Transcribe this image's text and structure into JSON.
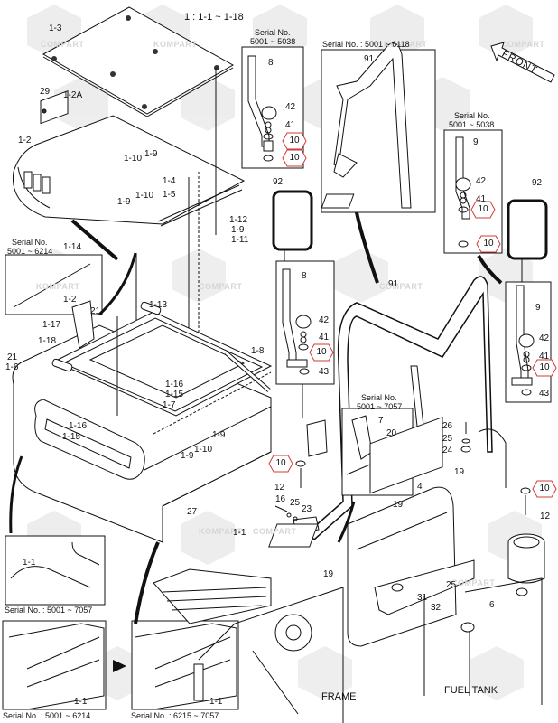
{
  "diagram": {
    "title_ref": "1 : 1-1 ~ 1-18",
    "watermark_text": [
      "KOMPART",
      "COMPART"
    ],
    "accent_hex_color": "#d23a3a",
    "front_arrow_label": "FRONT",
    "section_captions": {
      "frame": "FRAME",
      "fuel_tank": "FUEL TANK"
    },
    "serial_boxes": {
      "mirror_left_top": {
        "title": "Serial No.",
        "range": "5001 ~ 5038"
      },
      "guard_top": {
        "title": "Serial No. : 5001 ~ 6118"
      },
      "mirror_right_top": {
        "title": "Serial No.",
        "range": "5001 ~ 5038"
      },
      "hood_inset": {
        "title": "Serial No.",
        "range": "5001 ~ 6214"
      },
      "bracket_inset": {
        "title": "Serial No.",
        "range": "5001 ~ 7057"
      },
      "inset_bottom_left_1": "Serial No. : 5001 ~ 7057",
      "inset_bottom_left_2": "Serial No. : 5001 ~ 6214",
      "inset_bottom_mid": "Serial No. : 6215 ~ 7057"
    },
    "part_labels": {
      "p1_3": "1-3",
      "p29": "29",
      "p1_2a": "1-2A",
      "p1_2": "1-2",
      "p1_10a": "1-10",
      "p1_9a": "1-9",
      "p1_10b": "1-10",
      "p1_9b": "1-9",
      "p1_4": "1-4",
      "p1_5": "1-5",
      "p1_12": "1-12",
      "p1_9c": "1-9",
      "p1_11": "1-11",
      "p1_14": "1-14",
      "p1_2_inset": "1-2",
      "p21a": "21",
      "p1_13": "1-13",
      "p1_17": "1-17",
      "p1_18": "1-18",
      "p21b": "21",
      "p1_6": "1-6",
      "p1_8": "1-8",
      "p1_16a": "1-16",
      "p1_15a": "1-15",
      "p1_7": "1-7",
      "p1_16b": "1-16",
      "p1_15b": "1-15",
      "p1_9d": "1-9",
      "p1_10c": "1-10",
      "p1_9e": "1-9",
      "p27": "27",
      "p1_1": "1-1",
      "p8a": "8",
      "p42a": "42",
      "p41a": "41",
      "p91a": "91",
      "p9a": "9",
      "p42b": "42",
      "p41b": "41",
      "p92a": "92",
      "p92b": "92",
      "p8b": "8",
      "p42c": "42",
      "p41c": "41",
      "p43a": "43",
      "p91b": "91",
      "p9b": "9",
      "p42d": "42",
      "p41d": "41",
      "p43b": "43",
      "p7": "7",
      "p20": "20",
      "p26": "26",
      "p25a": "25",
      "p24": "24",
      "p12a": "12",
      "p16": "16",
      "p25b": "25",
      "p23": "23",
      "p19a": "19",
      "p4": "4",
      "p19b": "19",
      "p12b": "12",
      "p19c": "19",
      "p25c": "25",
      "p31": "31",
      "p32": "32",
      "p6": "6",
      "p1_1_inset_a": "1-1",
      "p1_1_inset_b": "1-1",
      "p1_1_inset_c": "1-1"
    },
    "highlighted_part": "10",
    "highlight_count": 8
  }
}
